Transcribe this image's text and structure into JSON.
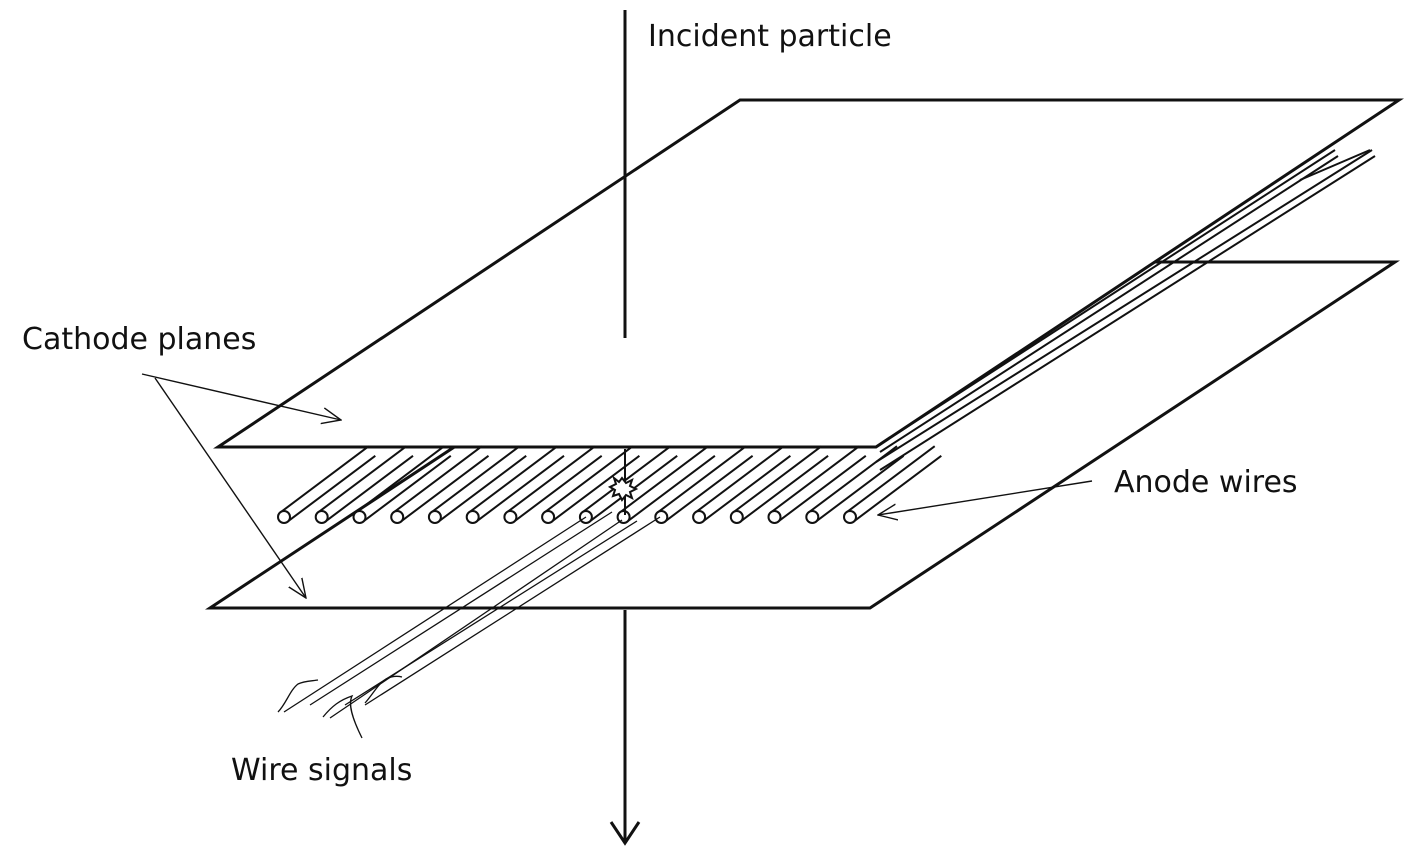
{
  "labels": {
    "incident_particle": "Incident particle",
    "cathode_planes": "Cathode planes",
    "anode_wires": "Anode wires",
    "wire_signals": "Wire signals"
  },
  "anode_wire_count": 16,
  "colors": {
    "line": "#111111",
    "background": "#ffffff"
  }
}
